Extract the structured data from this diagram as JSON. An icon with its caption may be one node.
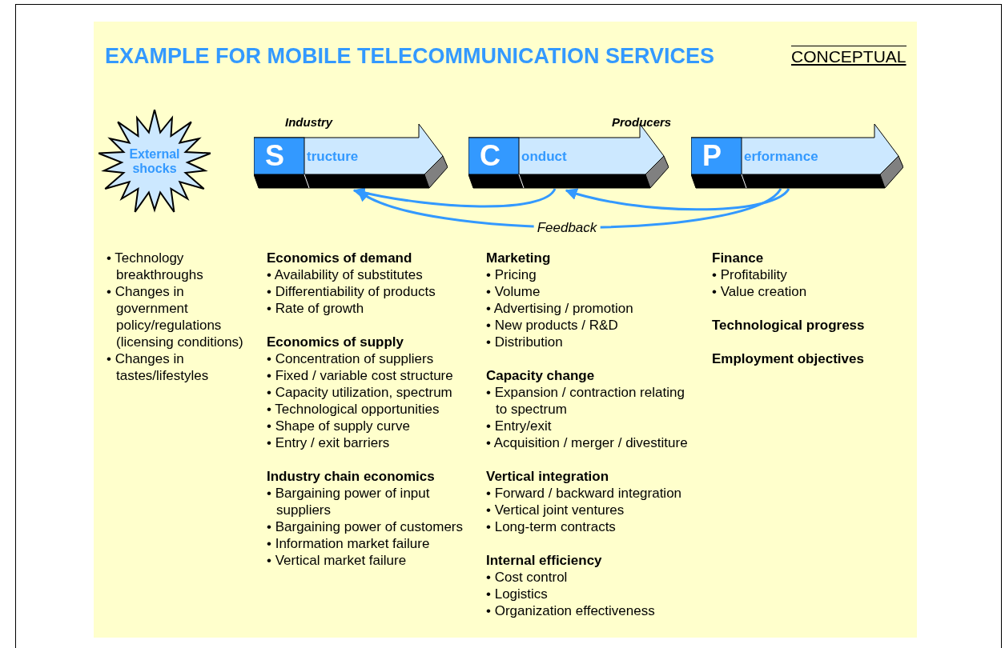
{
  "diagram": {
    "title": "EXAMPLE FOR MOBILE TELECOMMUNICATION SERVICES",
    "nodes": [
      {
        "text": [
          "External shocks"
        ]
      },
      {
        "text": [
          "S",
          "tructure"
        ],
        "beside": [
          "Industry"
        ]
      },
      {
        "text": [
          "C",
          "onduct"
        ],
        "beside": [
          "Producers"
        ]
      },
      {
        "text": [
          "P",
          "erformance"
        ]
      }
    ],
    "edges": [
      {
        "from": 2,
        "to": 1,
        "arrow": "to"
      },
      {
        "from": 3,
        "to": 2,
        "arrow": "to"
      },
      {
        "from": 3,
        "to": 1,
        "arrow": "to",
        "label": "Feedback"
      }
    ],
    "labels": [
      "CONCEPTUAL",
      "• Technology breakthroughs",
      "• Changes in government policy/regulations (licensing conditions)",
      "• Changes in tastes/lifestyles",
      "Economics of demand",
      "• Availability of substitutes",
      "• Differentiability of products",
      "• Rate of growth",
      "Economics of supply",
      "• Concentration of suppliers",
      "• Fixed / variable cost structure",
      "• Capacity utilization, spectrum",
      "• Technological opportunities",
      "• Shape of supply curve",
      "• Entry / exit barriers",
      "Industry chain economics",
      "• Bargaining power of input suppliers",
      "• Bargaining power of customers",
      "• Information market failure",
      "• Vertical market failure",
      "Marketing",
      "• Pricing",
      "• Volume",
      "• Advertising / promotion",
      "• New products / R&D",
      "• Distribution",
      "Capacity change",
      "• Expansion / contraction relating to spectrum",
      "• Entry/exit",
      "• Acquisition / merger / divestiture",
      "Vertical integration",
      "• Forward / backward integration",
      "• Vertical joint ventures",
      "• Long-term contracts",
      "Internal efficiency",
      "• Cost control",
      "• Logistics",
      "• Organization effectiveness",
      "Finance",
      "• Profitability",
      "• Value creation",
      "Technological progress",
      "Employment objectives"
    ]
  }
}
